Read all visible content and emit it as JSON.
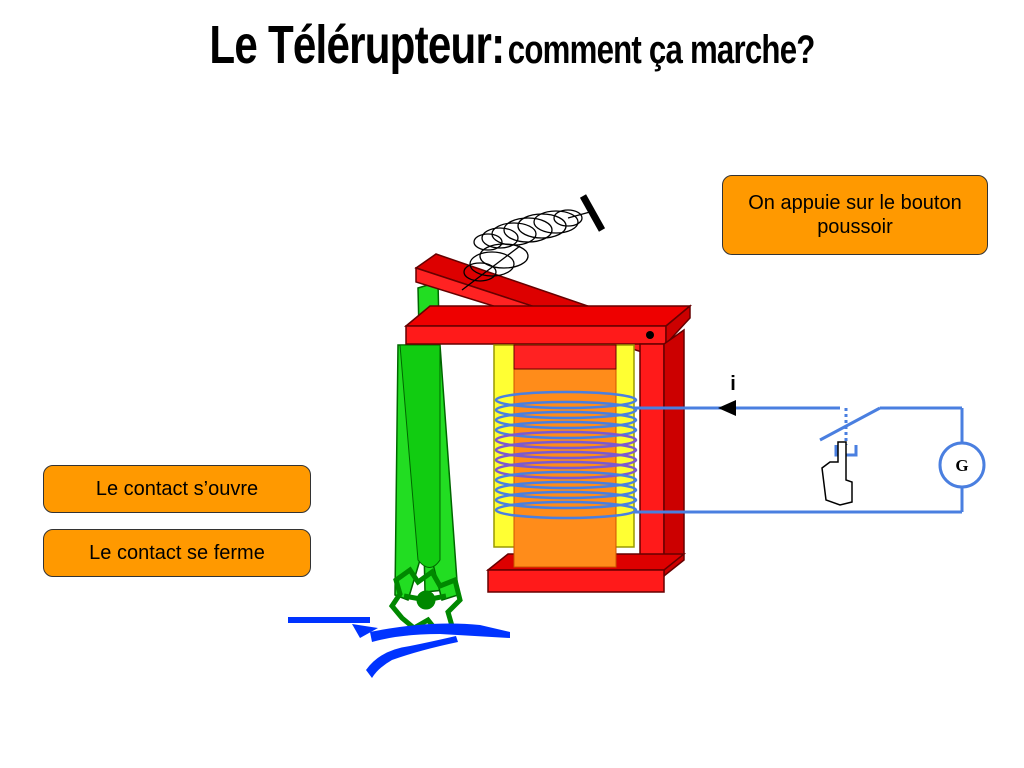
{
  "title": {
    "main": "Le Télérupteur:",
    "sub": "comment ça marche?"
  },
  "callouts": {
    "press": "On appuie sur le bouton poussoir",
    "open": "Le contact s’ouvre",
    "close": "Le contact se ferme"
  },
  "circuit": {
    "current_label": "i",
    "generator_label": "G"
  },
  "colors": {
    "callout_bg": "#ff9900",
    "frame": "#ff0000",
    "lever": "#00cc00",
    "coil_wire": "#4a7fe0",
    "core": "#ff8c1a",
    "bobbin": "#ffff33",
    "contact": "#0033ff"
  }
}
